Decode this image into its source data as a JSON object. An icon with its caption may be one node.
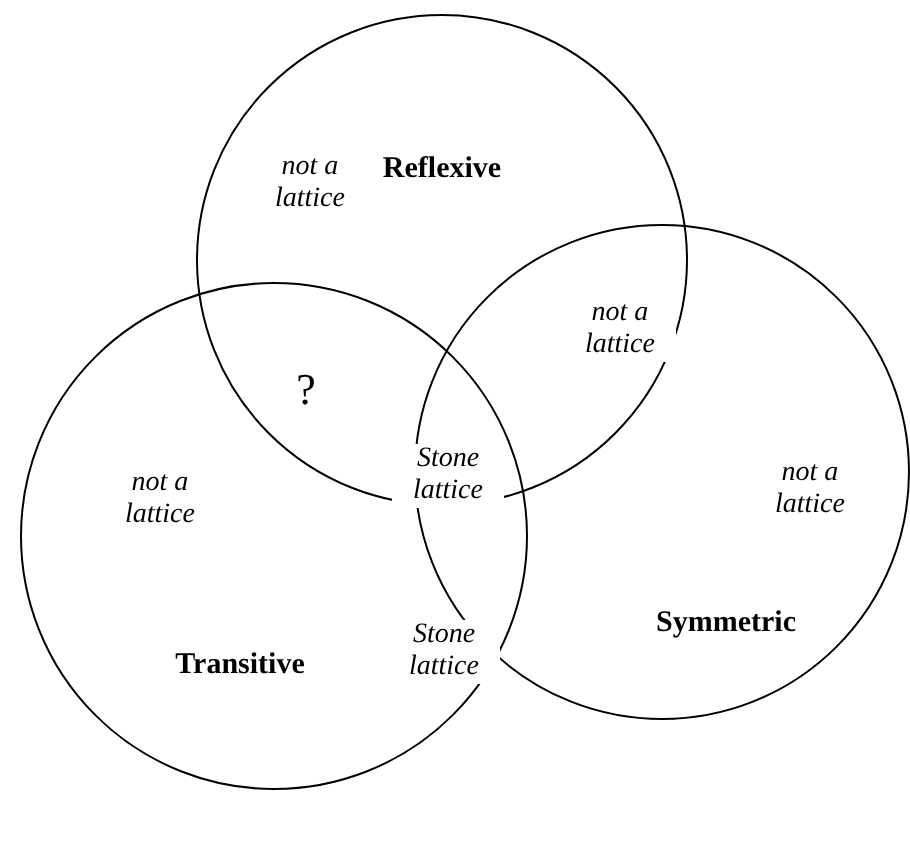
{
  "diagram": {
    "nodes": [
      {
        "text": [
          "Reflexive"
        ]
      },
      {
        "text": [
          "Transitive"
        ]
      },
      {
        "text": [
          "Symmetric"
        ]
      }
    ],
    "labels": [
      "not a lattice",
      "not a lattice",
      "?",
      "not a lattice",
      "Stone lattice",
      "not a lattice",
      "Stone lattice"
    ]
  }
}
